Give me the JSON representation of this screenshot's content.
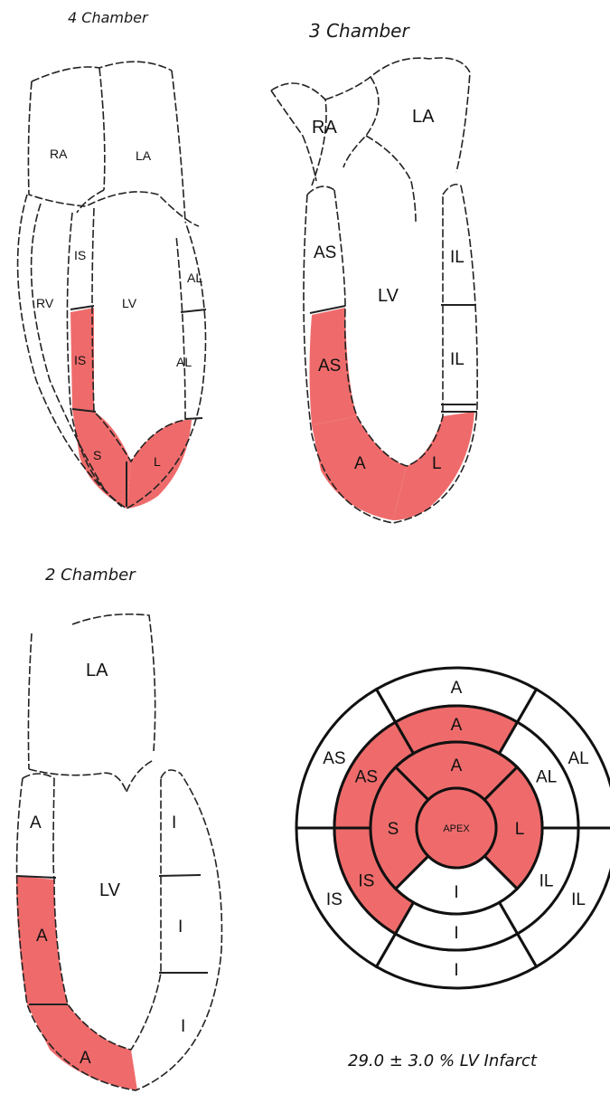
{
  "views": {
    "four_chamber": {
      "title": "4 Chamber",
      "labels": {
        "ra": "RA",
        "la": "LA",
        "rv": "RV",
        "lv": "LV",
        "is_basal": "IS",
        "is_mid": "IS",
        "s_apical": "S",
        "al_basal": "AL",
        "al_mid": "AL",
        "l_apical": "L"
      },
      "infarcted": [
        "is_mid",
        "s_apical",
        "l_apical"
      ]
    },
    "three_chamber": {
      "title": "3 Chamber",
      "labels": {
        "ra": "RA",
        "la": "LA",
        "lv": "LV",
        "as_basal": "AS",
        "as_mid": "AS",
        "a_apical": "A",
        "il_basal": "IL",
        "il_mid": "IL",
        "l_apical": "L"
      },
      "infarcted": [
        "as_mid",
        "a_apical",
        "l_apical"
      ]
    },
    "two_chamber": {
      "title": "2 Chamber",
      "labels": {
        "la": "LA",
        "lv": "LV",
        "a_basal": "A",
        "a_mid": "A",
        "a_apical": "A",
        "i_basal": "I",
        "i_mid": "I",
        "i_apical": "I"
      },
      "infarcted": [
        "a_mid",
        "a_apical"
      ]
    }
  },
  "bullseye": {
    "apex_label": "APEX",
    "basal": [
      "A",
      "AL",
      "IL",
      "I",
      "IS",
      "AS"
    ],
    "mid": [
      "A",
      "AL",
      "IL",
      "I",
      "IS",
      "AS"
    ],
    "apical": [
      "A",
      "L",
      "I",
      "S"
    ],
    "infarcted": {
      "basal": [],
      "mid": [
        "A",
        "IS",
        "AS"
      ],
      "apical": [
        "A",
        "L",
        "S"
      ],
      "apex": true
    },
    "infarct_color": "#ef6b6b"
  },
  "result": {
    "caption": "29.0 ±  3.0 % LV Infarct",
    "infarct_percent": 29.0,
    "infarct_sd": 3.0
  }
}
